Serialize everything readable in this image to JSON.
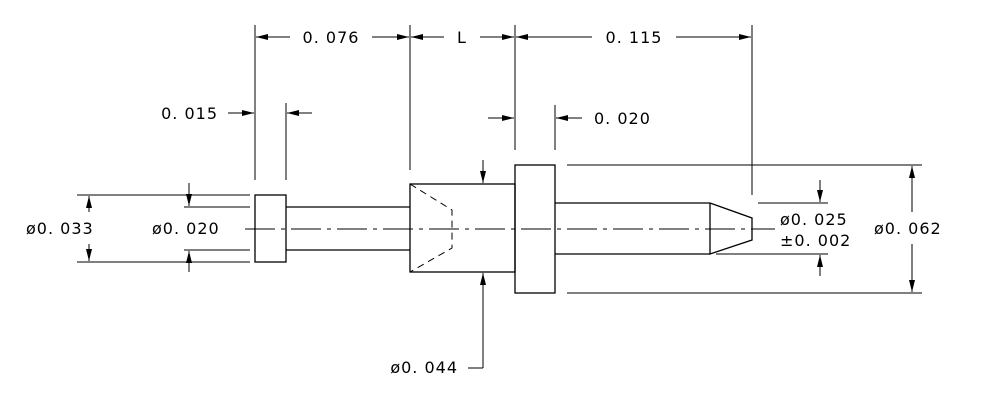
{
  "dimensions": {
    "length_a": "0. 076",
    "length_l": "L",
    "length_b": "0. 115",
    "flange_a": "0. 015",
    "flange_b": "0. 020",
    "dia_033": "ø0. 033",
    "dia_020": "ø0. 020",
    "dia_044": "ø0. 044",
    "dia_025": "ø0. 025",
    "tol_025": "±0. 002",
    "dia_062": "ø0. 062"
  }
}
